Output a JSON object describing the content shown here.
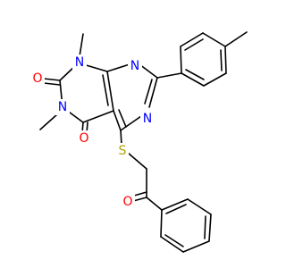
{
  "molecule": {
    "atoms": {
      "n1": "N",
      "n3": "N",
      "n_pyr_top": "N",
      "n_pyr_mid": "N",
      "o_top": "O",
      "o_bottom": "O",
      "s": "S",
      "o_ketone": "O"
    },
    "colors": {
      "bond": "#000000",
      "nitrogen": "#0000FF",
      "oxygen": "#FF0000",
      "sulfur": "#B3A100"
    }
  }
}
